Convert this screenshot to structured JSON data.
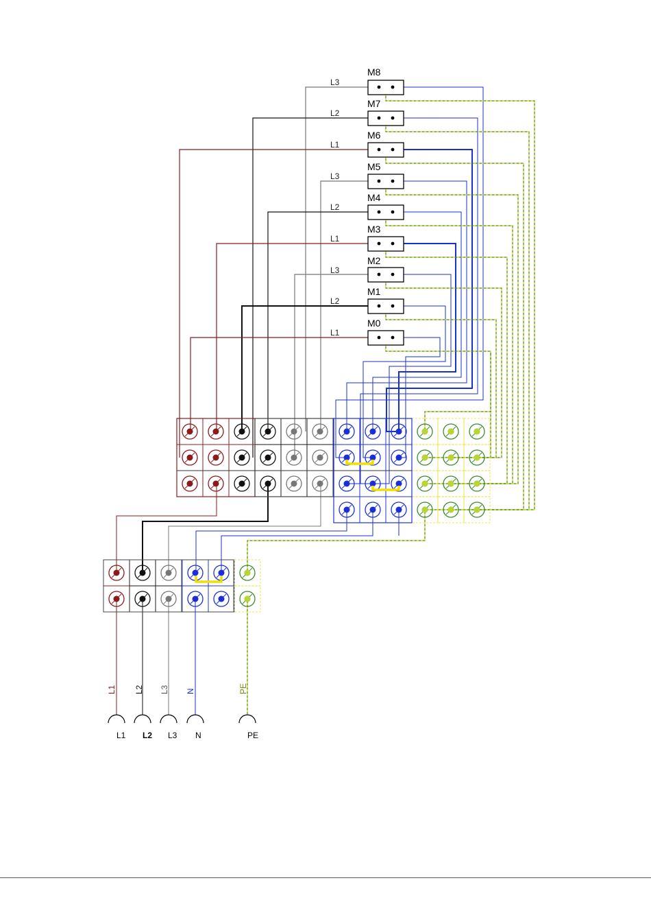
{
  "colors": {
    "L1": "#8b1a1a",
    "L2": "#111111",
    "L3": "#777777",
    "N": "#1a2fd6",
    "PE_green": "#3a8a2e",
    "PE_yellow": "#e8e020",
    "bridge": "#f0e000"
  },
  "modules": [
    {
      "label": "M8",
      "wire": "L3"
    },
    {
      "label": "M7",
      "wire": "L2"
    },
    {
      "label": "M6",
      "wire": "L1"
    },
    {
      "label": "M5",
      "wire": "L3"
    },
    {
      "label": "M4",
      "wire": "L2"
    },
    {
      "label": "M3",
      "wire": "L1"
    },
    {
      "label": "M2",
      "wire": "L3"
    },
    {
      "label": "M1",
      "wire": "L2"
    },
    {
      "label": "M0",
      "wire": "L1"
    }
  ],
  "supply": {
    "vertical_labels": [
      "L1",
      "L2",
      "L3",
      "N",
      "PE"
    ],
    "bottom_labels": [
      "L1",
      "L2",
      "L3",
      "N",
      "PE"
    ]
  }
}
